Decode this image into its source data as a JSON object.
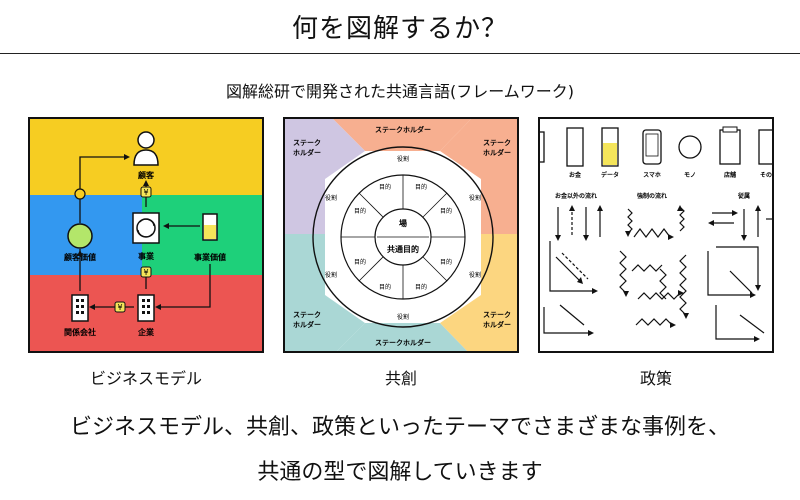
{
  "title": "何を図解するか？",
  "subtitle": "図解総研で開発された共通言語(フレームワーク)",
  "panels": {
    "business": {
      "caption": "ビジネスモデル",
      "labels": {
        "customer": "顧客",
        "customer_value": "顧客価値",
        "business": "事業",
        "business_value": "事業価値",
        "affiliate": "関係会社",
        "company": "企業",
        "yen": "¥"
      },
      "colors": {
        "yellow": "#F6CD22",
        "blue": "#3398F0",
        "green": "#1ED07A",
        "red": "#EC5552"
      }
    },
    "cocreation": {
      "caption": "共創",
      "labels": {
        "stakeholder_top": "ステークホルダー",
        "stakeholder_bottom": "ステークホルダー",
        "stakeholder_tl": [
          "ステーク",
          "ホルダー"
        ],
        "stakeholder_tr": [
          "ステーク",
          "ホルダー"
        ],
        "stakeholder_bl": [
          "ステーク",
          "ホルダー"
        ],
        "stakeholder_br": [
          "ステーク",
          "ホルダー"
        ],
        "role": "役割",
        "purpose": "目的",
        "field": "場",
        "common_purpose": "共通目的"
      },
      "colors": {
        "orange": "#F7AF90",
        "purple": "#CFC6E2",
        "teal": "#AAD7D5",
        "yellow": "#FCD680"
      }
    },
    "policy": {
      "caption": "政策",
      "icons": [
        "お金",
        "データ",
        "スマホ",
        "モノ",
        "店舗",
        "その他"
      ],
      "flows": [
        "お金以外の流れ",
        "強制の流れ",
        "従属"
      ]
    }
  },
  "description": {
    "line1": "ビジネスモデル、共創、政策といったテーマでさまざまな事例を、",
    "line2": "共通の型で図解していきます"
  }
}
